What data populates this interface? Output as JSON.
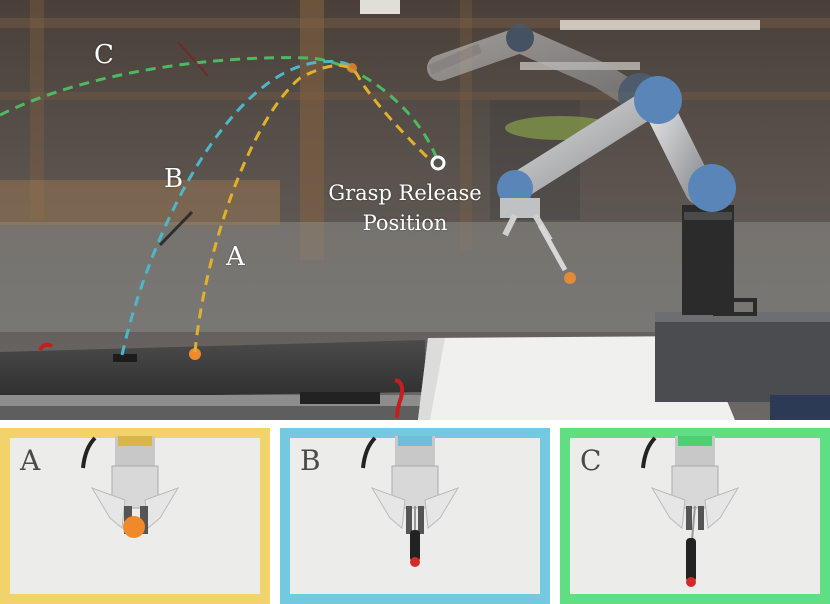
{
  "scene": {
    "trajectory_labels": {
      "a": "A",
      "b": "B",
      "c": "C"
    },
    "release_label_line1": "Grasp Release",
    "release_label_line2": "Position"
  },
  "panels": [
    {
      "letter": "A",
      "border_color": "#f2d26a",
      "object": "ball"
    },
    {
      "letter": "B",
      "border_color": "#74c9e0",
      "object": "screwdriver"
    },
    {
      "letter": "C",
      "border_color": "#5fde83",
      "object": "screwdriver"
    }
  ],
  "colors": {
    "trajectory_a": "#e0b22c",
    "trajectory_b": "#4fb6c9",
    "trajectory_c": "#4fb863",
    "ball": "#f0892a",
    "screwdriver_handle": "#222222",
    "screwdriver_tip": "#d62a2a"
  }
}
